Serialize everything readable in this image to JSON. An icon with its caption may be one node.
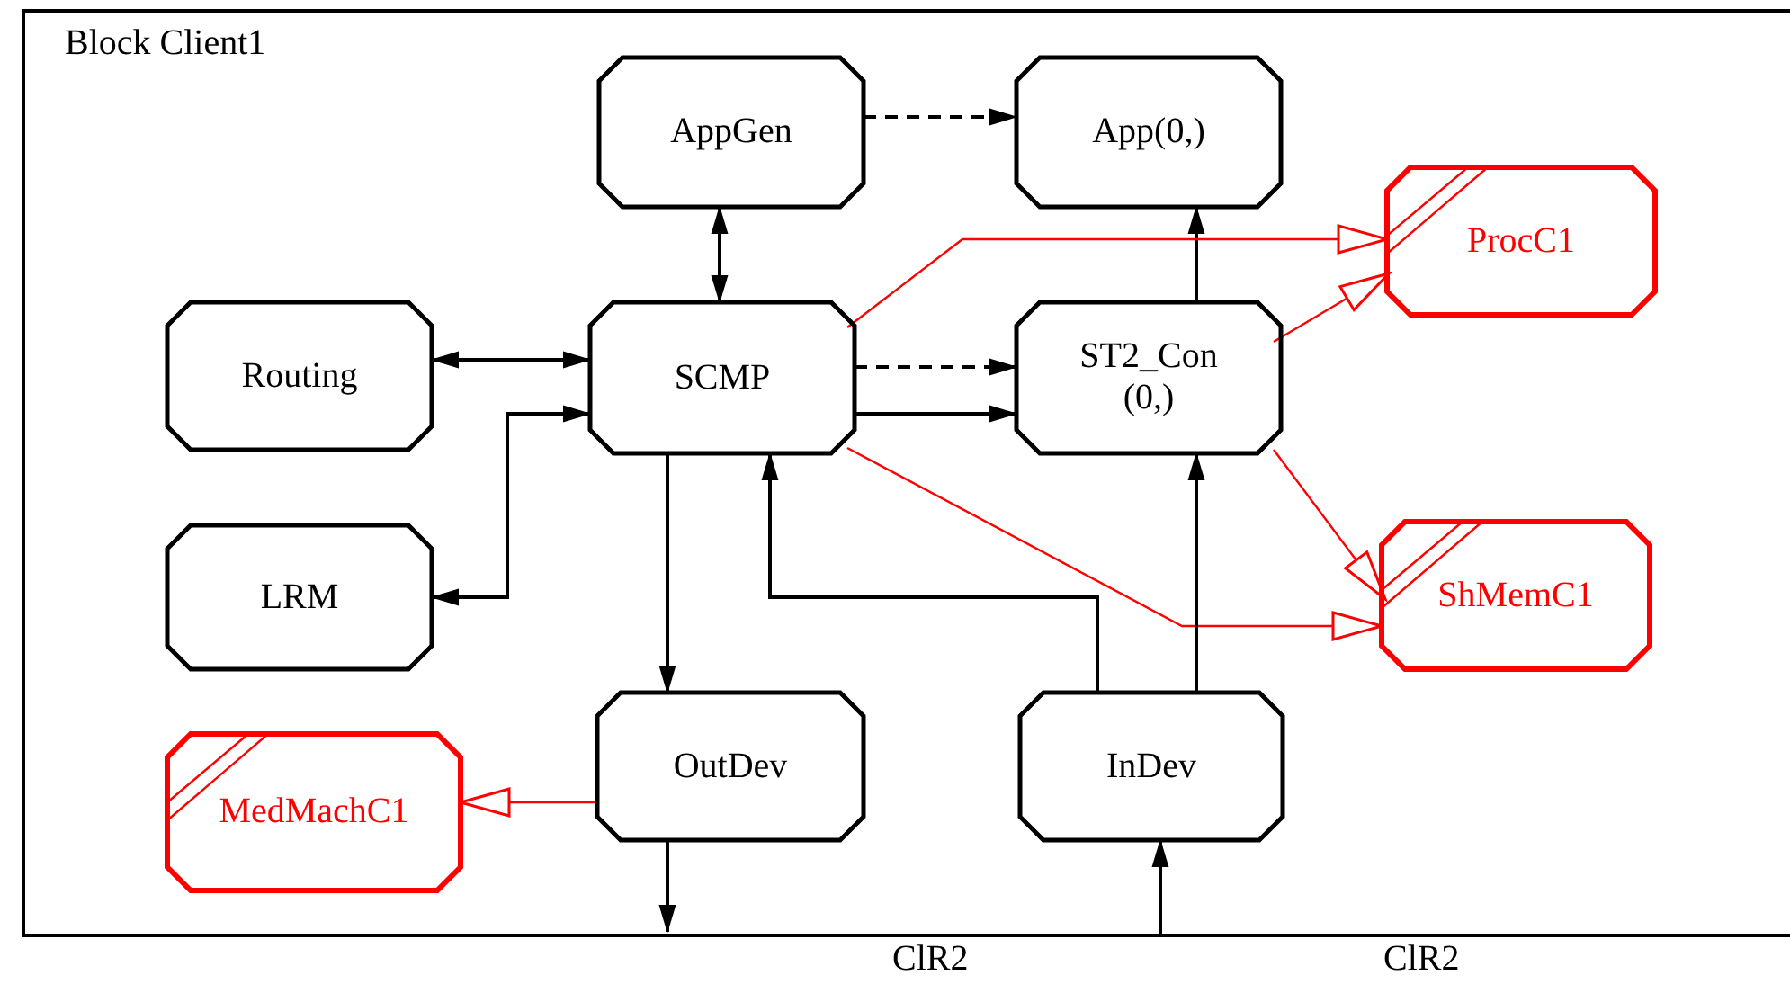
{
  "diagram": {
    "nodes": [
      {
        "text": [
          "Block Client1"
        ]
      },
      {
        "text": [
          "AppGen"
        ],
        "in": 0
      },
      {
        "text": [
          "App(0,)"
        ],
        "in": 0
      },
      {
        "text": [
          "ProcC1"
        ],
        "in": 0
      },
      {
        "text": [
          "Routing"
        ],
        "in": 0
      },
      {
        "text": [
          "SCMP"
        ],
        "in": 0
      },
      {
        "text": [
          "ST2_Con (0,)"
        ],
        "in": 0
      },
      {
        "text": [
          "LRM"
        ],
        "in": 0
      },
      {
        "text": [
          "ShMemC1"
        ],
        "in": 0
      },
      {
        "text": [
          "MedMachC1"
        ],
        "in": 0
      },
      {
        "text": [
          "OutDev"
        ],
        "in": 0
      },
      {
        "text": [
          "InDev"
        ],
        "in": 0
      }
    ],
    "edges": [
      {
        "from": 1,
        "to": 2,
        "arrow": "to",
        "style": "dashed"
      },
      {
        "from": 1,
        "to": 5,
        "arrow": "both"
      },
      {
        "from": 4,
        "to": 5,
        "arrow": "both"
      },
      {
        "from": 5,
        "to": 7,
        "arrow": "both"
      },
      {
        "from": 5,
        "to": 6,
        "arrow": "to",
        "style": "dashed"
      },
      {
        "from": 5,
        "to": 6,
        "arrow": "to"
      },
      {
        "from": 6,
        "to": 2,
        "arrow": "to"
      },
      {
        "from": 5,
        "to": 3,
        "arrow": "to",
        "color": "#ff0000"
      },
      {
        "from": 6,
        "to": 3,
        "arrow": "to",
        "color": "#ff0000"
      },
      {
        "from": 5,
        "to": 8,
        "arrow": "to",
        "color": "#ff0000"
      },
      {
        "from": 6,
        "to": 8,
        "arrow": "to",
        "color": "#ff0000"
      },
      {
        "from": 5,
        "to": 10,
        "arrow": "to"
      },
      {
        "from": 11,
        "to": 5,
        "arrow": "to"
      },
      {
        "from": 11,
        "to": 6,
        "arrow": "to"
      },
      {
        "from": 10,
        "to": 9,
        "arrow": "to",
        "color": "#ff0000"
      },
      {
        "from": 10,
        "to": null,
        "arrow": "to"
      },
      {
        "from": null,
        "to": 11,
        "arrow": "to"
      }
    ],
    "labels": [
      "ClR2",
      "ClR2"
    ]
  }
}
